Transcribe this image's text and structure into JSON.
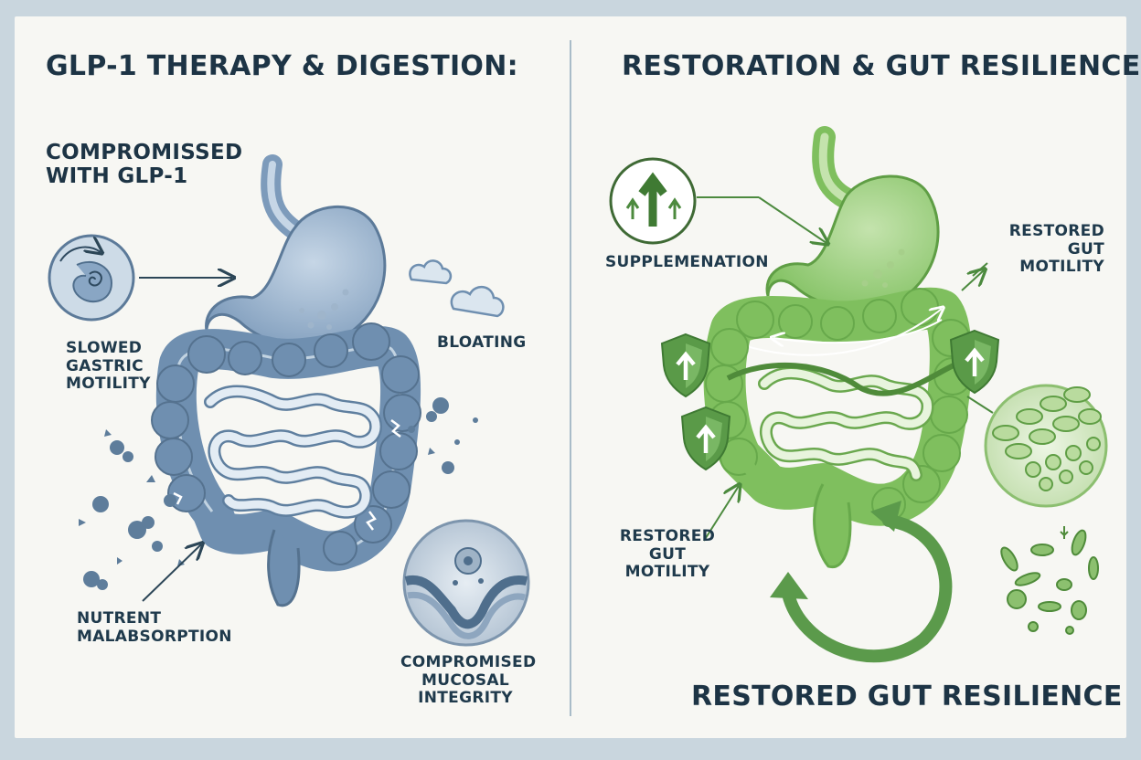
{
  "left_panel": {
    "title": "GLP-1 THERAPY & DIGESTION:",
    "subtitle": [
      "COMPROMISSED",
      "WITH GLP-1"
    ],
    "labels": {
      "slowed_gastric": [
        "SLOWED",
        "GASTRIC",
        "MOTILITY"
      ],
      "bloating": "BLOATING",
      "nutrient": [
        "NUTRENT",
        "MALABSORPTION"
      ],
      "mucosal": [
        "COMPROMISED",
        "MUCOSAL",
        "INTEGRITY"
      ]
    }
  },
  "right_panel": {
    "title": "RESTORATION & GUT RESILIENCE",
    "labels": {
      "supplementation": "SUPPLEMENATION",
      "restored_top": [
        "RESTORED",
        "GUT MOTILITY"
      ],
      "restored_bottom": [
        "RESTORED",
        "GUT MOTILITY"
      ],
      "resilience": "RESTORED GUT RESILIENCE"
    }
  },
  "colors": {
    "left_organ": "#6f8fb0",
    "left_organ_light": "#b9cde0",
    "right_organ": "#7fbf5e",
    "right_organ_light": "#b7dba0",
    "text": "#1f3a4c",
    "arrow_green": "#5b9a4b",
    "divider": "#a9bcc8"
  }
}
